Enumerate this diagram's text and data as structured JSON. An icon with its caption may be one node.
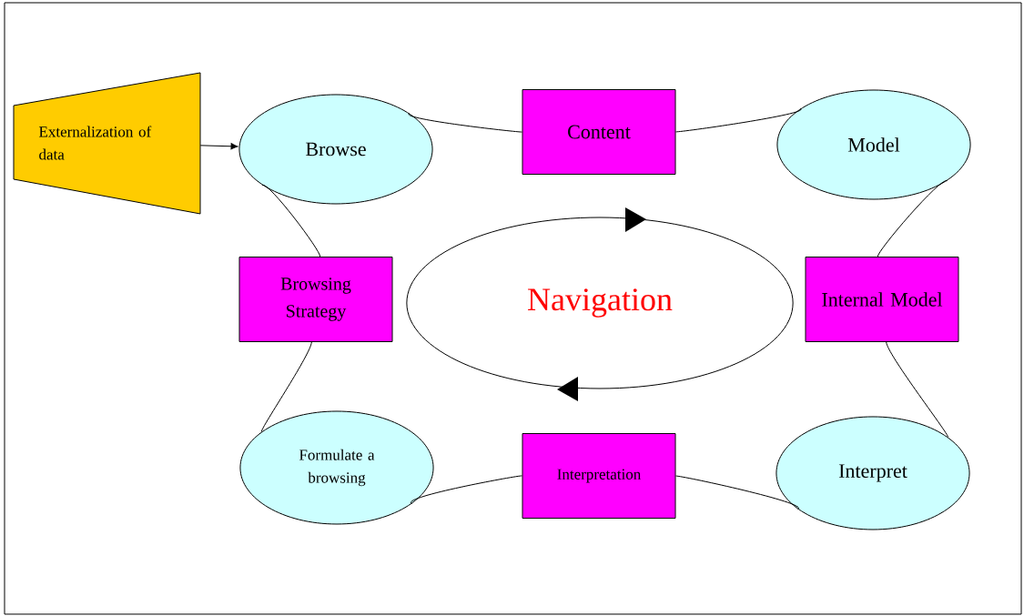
{
  "diagram": {
    "nodes": [
      {
        "text": [
          "Externalization of data"
        ]
      },
      {
        "text": [
          "Browse"
        ]
      },
      {
        "text": [
          "Content"
        ]
      },
      {
        "text": [
          "Model"
        ]
      },
      {
        "text": [
          "Browsing Strategy"
        ]
      },
      {
        "text": [
          "Navigation"
        ]
      },
      {
        "text": [
          "Internal Model"
        ]
      },
      {
        "text": [
          "Formulate a browsing"
        ]
      },
      {
        "text": [
          "Interpretation"
        ]
      },
      {
        "text": [
          "Interpret"
        ]
      }
    ],
    "edges": [
      {
        "from": 0,
        "to": 1,
        "arrow": "to"
      },
      {
        "from": 1,
        "to": 2,
        "arrow": "none"
      },
      {
        "from": 2,
        "to": 3,
        "arrow": "none"
      },
      {
        "from": 3,
        "to": 6,
        "arrow": "none"
      },
      {
        "from": 6,
        "to": 9,
        "arrow": "none"
      },
      {
        "from": 9,
        "to": 8,
        "arrow": "none"
      },
      {
        "from": 8,
        "to": 7,
        "arrow": "none"
      },
      {
        "from": 7,
        "to": 4,
        "arrow": "none"
      },
      {
        "from": 4,
        "to": 1,
        "arrow": "none"
      }
    ]
  }
}
